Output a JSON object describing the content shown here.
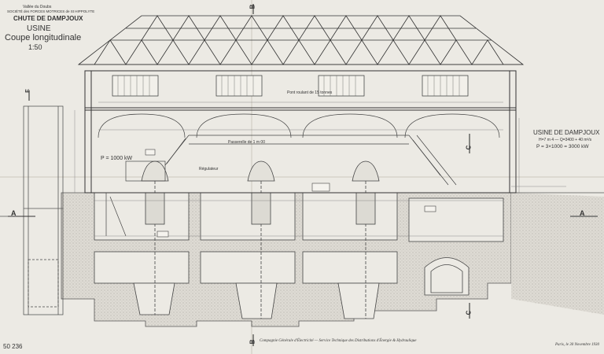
{
  "title_block": {
    "dept": "Vallée du Doubs",
    "company": "SOCIÉTÉ des FORCES MOTRICES de St HIPPOLYTE",
    "site": "CHUTE DE DAMPJOUX",
    "building": "USINE",
    "view": "Coupe longitudinale",
    "scale": "1:50"
  },
  "right_block": {
    "name": "USINE DE DAMPJOUX",
    "line1": "H=7 m 4 — Q=3400 + 40 m³/s",
    "line2": "P = 3×1000 = 3000 kW"
  },
  "labels": {
    "power": "P = 1000 kW",
    "regulator": "Régulateur",
    "sectionA_left": "A",
    "sectionA_right": "A",
    "sectionB_top": "B",
    "sectionB_bottom": "B",
    "sectionC_top": "C",
    "sectionC_bottom": "C",
    "sectionE": "E",
    "crane": "Pont roulant de 15 tonnes",
    "walkway": "Passerelle de 1 m 00"
  },
  "footer": {
    "number": "50 236",
    "signature": "Compagnie Générale d'Électricité — Service Technique des Distributions d'Énergie & Hydraulique",
    "date": "Paris, le 30 Novembre 1930"
  }
}
